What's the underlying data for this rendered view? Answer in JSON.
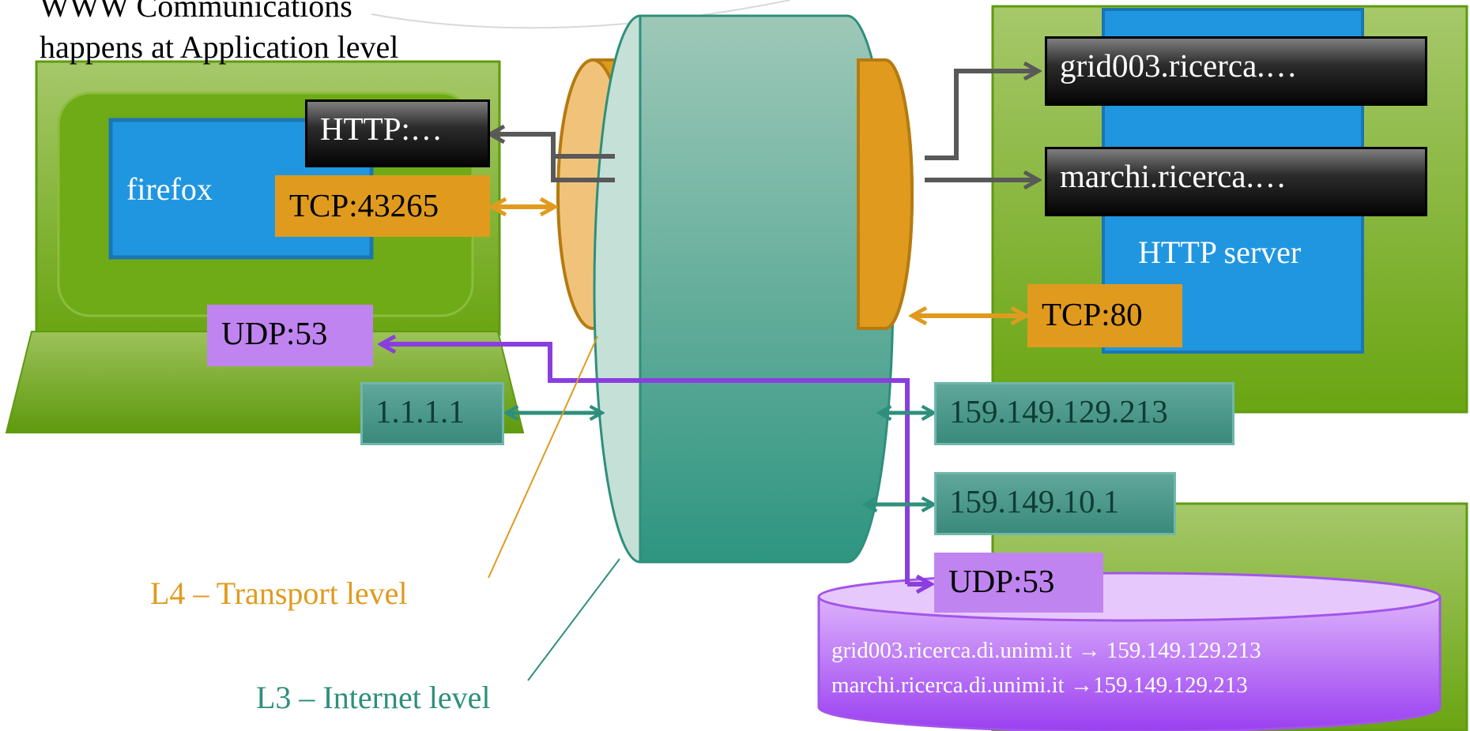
{
  "title": {
    "line1": "WWW Communications",
    "line2": "happens at Application level"
  },
  "client": {
    "app_label": "firefox",
    "http_label": "HTTP:…",
    "tcp_label": "TCP:43265",
    "udp_label": "UDP:53",
    "ip_label": "1.1.1.1"
  },
  "server": {
    "vhost1": "grid003.ricerca.…",
    "vhost2": "marchi.ricerca.…",
    "app_label": "HTTP server",
    "tcp_label": "TCP:80",
    "ip_label": "159.149.129.213"
  },
  "dns_server": {
    "ip_label": "159.149.10.1",
    "udp_label": "UDP:53",
    "record1": "grid003.ricerca.di.unimi.it → 159.149.129.213",
    "record2": "marchi.ricerca.di.unimi.it →159.149.129.213"
  },
  "captions": {
    "transport": "L4 – Transport level",
    "internet": "L3 – Internet level"
  },
  "colors": {
    "green": "#7fb31a",
    "blue": "#2196e0",
    "orange": "#e09b1e",
    "teal": "#2e8f7c",
    "purple": "#8a3ee0",
    "arrow_gray": "#595959"
  }
}
